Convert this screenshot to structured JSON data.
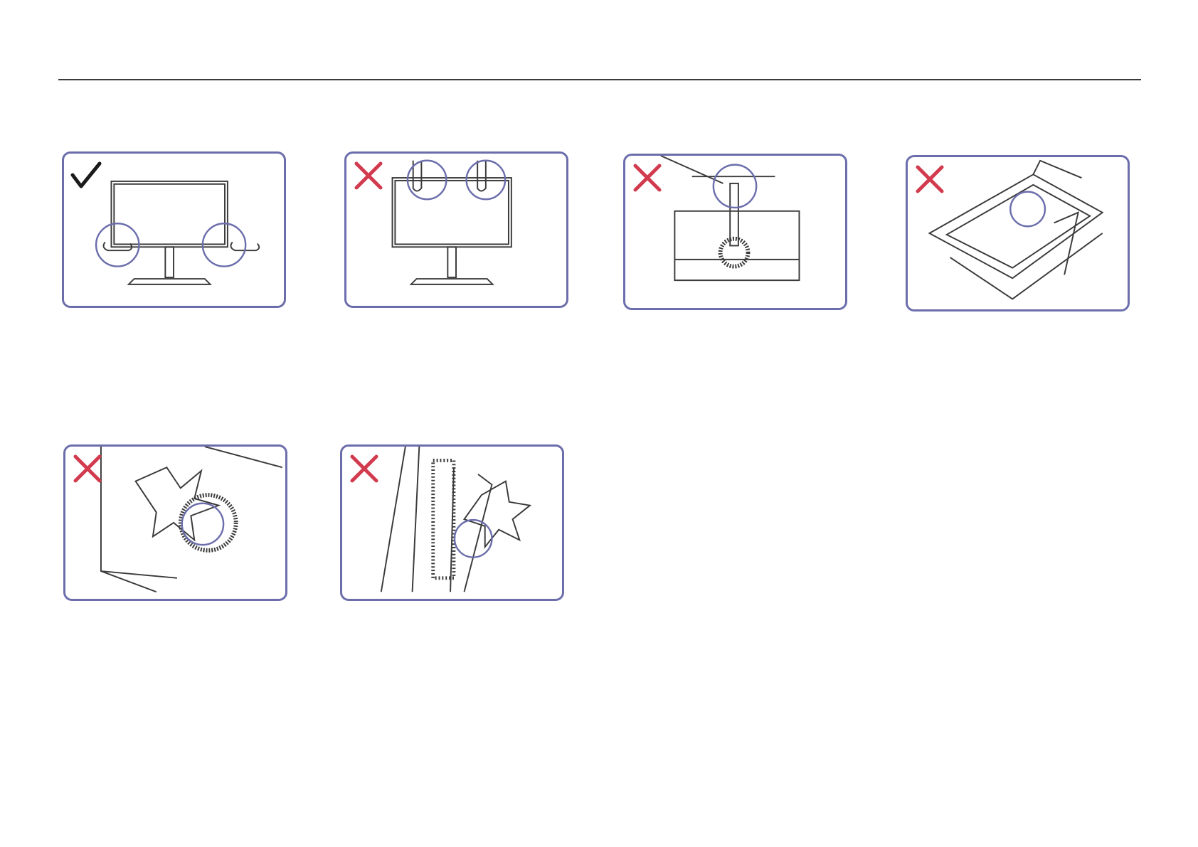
{
  "document": {
    "panels": [
      {
        "id": "hold-by-lower-bezel",
        "verdict": "correct",
        "icon": "check-icon"
      },
      {
        "id": "hold-by-top-edge",
        "verdict": "wrong",
        "icon": "cross-icon"
      },
      {
        "id": "hold-by-stand-only",
        "verdict": "wrong",
        "icon": "cross-icon"
      },
      {
        "id": "press-screen-in-box",
        "verdict": "wrong",
        "icon": "cross-icon"
      },
      {
        "id": "finger-in-stand-joint",
        "verdict": "wrong",
        "icon": "cross-icon"
      },
      {
        "id": "finger-pinched-at-stand",
        "verdict": "wrong",
        "icon": "cross-icon"
      }
    ],
    "colors": {
      "frame": "#6b6eab",
      "highlight_circle": "#6b6eab",
      "check": "#1a1a1a",
      "cross": "#d23a4e",
      "line_art": "#3a3a3a"
    }
  }
}
